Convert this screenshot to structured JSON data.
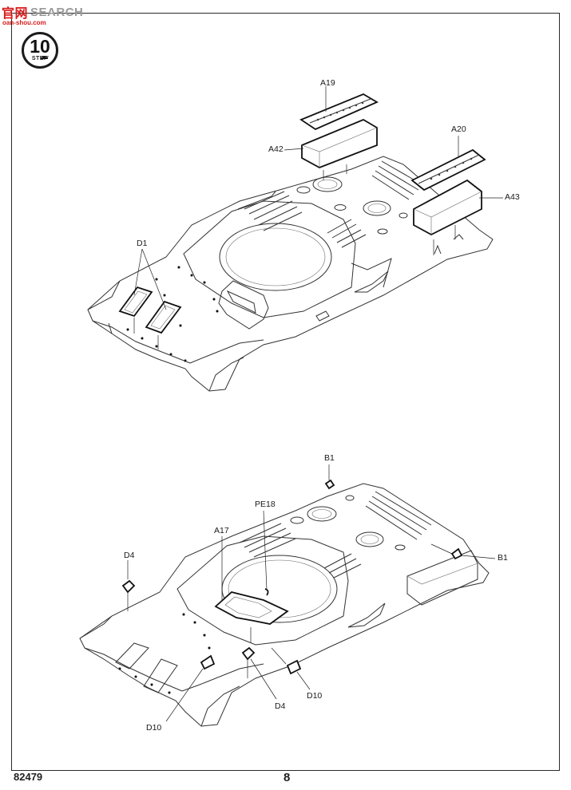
{
  "watermark": {
    "brand_cn": "官网",
    "brand_en": "SEARCH",
    "url": "oan-shou.com"
  },
  "step": {
    "number": "10",
    "label": "STEP"
  },
  "callouts": {
    "a19": "A19",
    "a42": "A42",
    "a20": "A20",
    "a43": "A43",
    "d1": "D1",
    "b1_top": "B1",
    "b1_right": "B1",
    "pe18": "PE18",
    "a17": "A17",
    "d4_left": "D4",
    "d4_bottom": "D4",
    "d10_right": "D10",
    "d10_bottom": "D10"
  },
  "footer": {
    "code": "82479",
    "page": "8"
  }
}
